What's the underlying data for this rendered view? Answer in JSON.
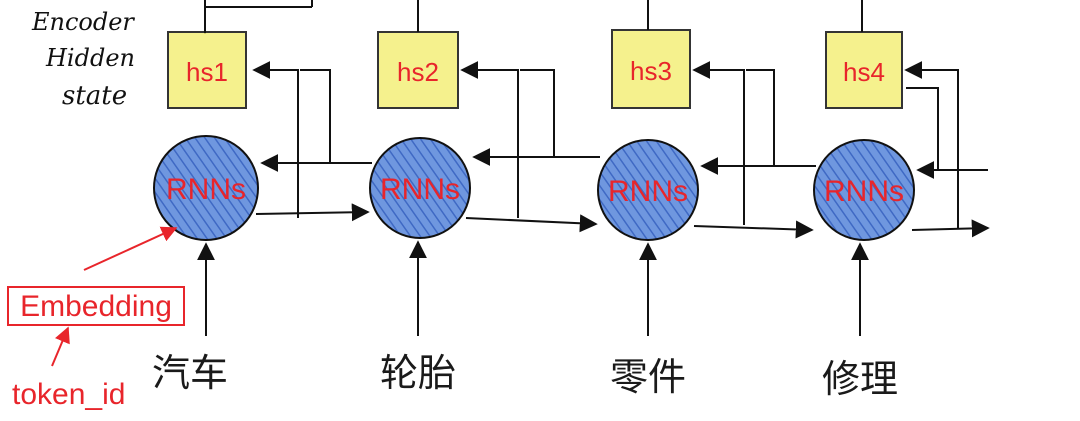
{
  "header_label": {
    "line1": "Encoder",
    "line2": "Hidden",
    "line3": "state"
  },
  "hidden_states": [
    {
      "label": "hs1",
      "fill": "#f4ef7a"
    },
    {
      "label": "hs2",
      "fill": "#f4ef7a"
    },
    {
      "label": "hs3",
      "fill": "#f4ef7a"
    },
    {
      "label": "hs4",
      "fill": "#f4ef7a"
    }
  ],
  "rnn_nodes": [
    {
      "label": "RNNs"
    },
    {
      "label": "RNNs"
    },
    {
      "label": "RNNs"
    },
    {
      "label": "RNNs"
    }
  ],
  "tokens": [
    "汽车",
    "轮胎",
    "零件",
    "修理"
  ],
  "annotations": {
    "embedding": "Embedding",
    "token_id": "token_id"
  },
  "colors": {
    "hs_fill": "#f4ef7a",
    "rnn_fill": "#5b86d6",
    "accent_red": "#e8252b",
    "line": "#111111"
  }
}
